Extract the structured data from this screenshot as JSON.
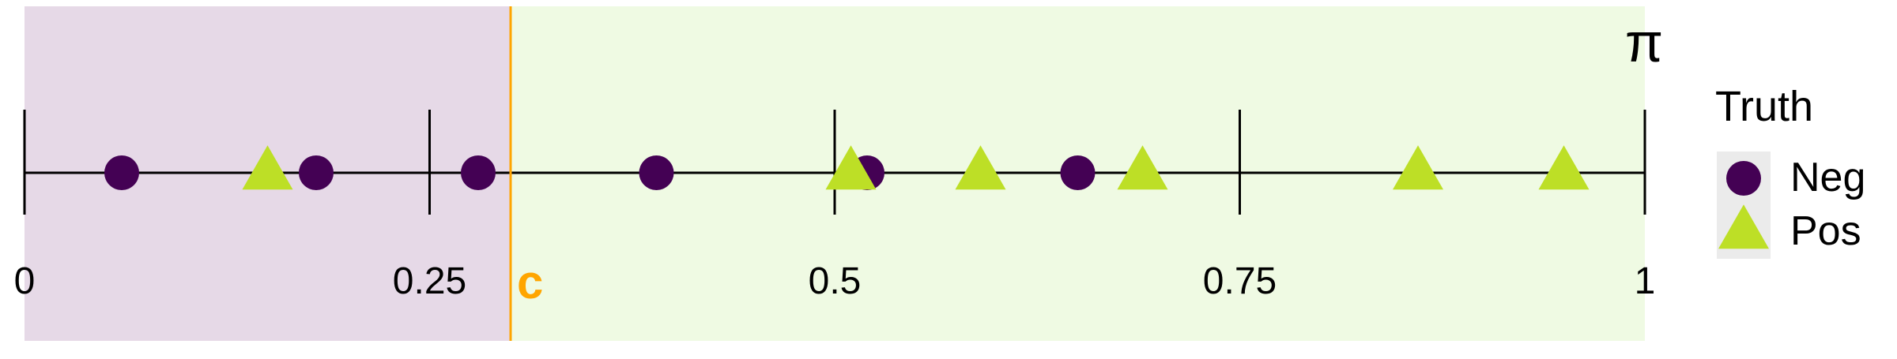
{
  "chart_data": {
    "type": "scatter",
    "title": "",
    "xlabel": "π",
    "ylabel": "",
    "xlim": [
      0,
      1
    ],
    "grid": false,
    "ticks": [
      {
        "value": 0,
        "label": "0"
      },
      {
        "value": 0.25,
        "label": "0.25"
      },
      {
        "value": 0.5,
        "label": "0.5"
      },
      {
        "value": 0.75,
        "label": "0.75"
      },
      {
        "value": 1,
        "label": "1"
      }
    ],
    "cutoff": {
      "value": 0.3,
      "label": "c",
      "color": "#FFA500"
    },
    "regions": [
      {
        "from": 0,
        "to": 0.3,
        "color": "#E6D9E7"
      },
      {
        "from": 0.3,
        "to": 1,
        "color": "#EFFAE3"
      }
    ],
    "legend": {
      "title": "Truth",
      "placement": "right",
      "entries": [
        {
          "label": "Neg",
          "shape": "circle",
          "color": "#440154"
        },
        {
          "label": "Pos",
          "shape": "triangle",
          "color": "#BDDF26"
        }
      ]
    },
    "series": [
      {
        "name": "Neg",
        "shape": "circle",
        "color": "#440154",
        "x": [
          0.06,
          0.18,
          0.28,
          0.39,
          0.52,
          0.65
        ]
      },
      {
        "name": "Pos",
        "shape": "triangle",
        "color": "#BDDF26",
        "x": [
          0.15,
          0.51,
          0.59,
          0.69,
          0.86,
          0.95
        ]
      }
    ]
  }
}
